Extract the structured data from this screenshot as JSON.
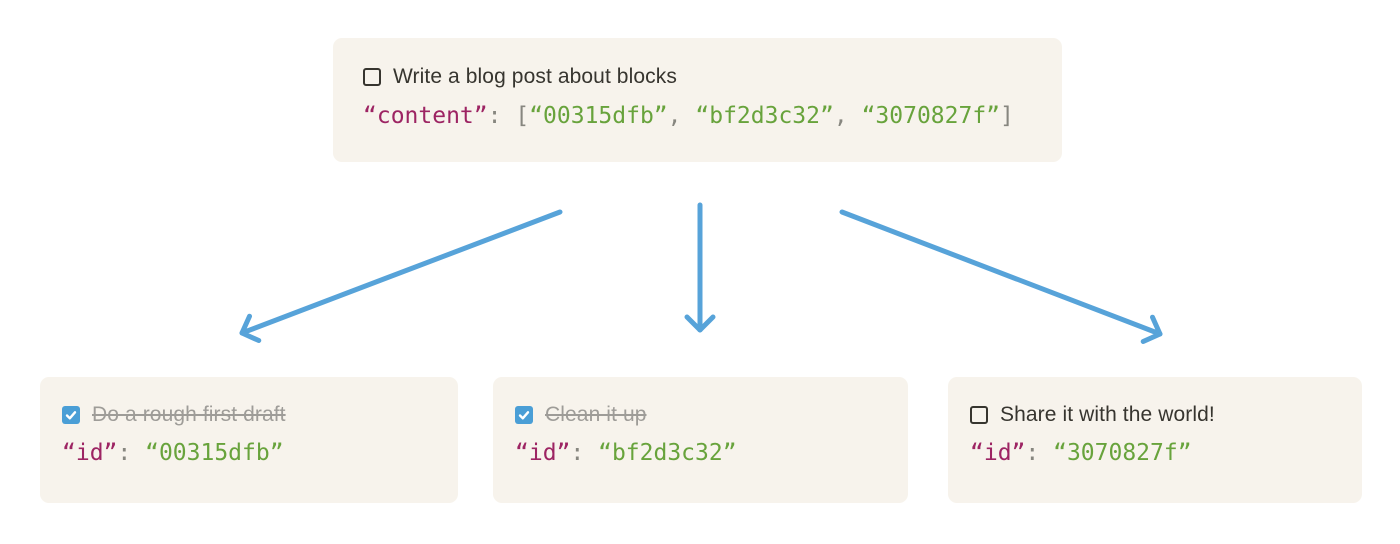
{
  "diagram": {
    "parent": {
      "todo": {
        "label": "Write a blog post about blocks",
        "checked": false
      },
      "code": {
        "key": "“content”",
        "colon": ": ",
        "bracket_open": "[",
        "item_1": "“00315dfb”",
        "sep_1": ", ",
        "item_2": "“bf2d3c32”",
        "sep_2": ", ",
        "item_3": "“3070827f”",
        "bracket_close": "]"
      }
    },
    "children": [
      {
        "todo": {
          "label": "Do a rough first draft",
          "checked": true
        },
        "code": {
          "key": "“id”",
          "colon": ": ",
          "value": "“00315dfb”"
        }
      },
      {
        "todo": {
          "label": "Clean it up",
          "checked": true
        },
        "code": {
          "key": "“id”",
          "colon": ": ",
          "value": "“bf2d3c32”"
        }
      },
      {
        "todo": {
          "label": "Share it with the world!",
          "checked": false
        },
        "code": {
          "key": "“id”",
          "colon": ": ",
          "value": "“3070827f”"
        }
      }
    ],
    "colors": {
      "page_bg": "#ffffff",
      "box_bg": "#f7f3ec",
      "text_dark": "#37352f",
      "text_muted": "#9e9c98",
      "code_punct": "#87867f",
      "code_key": "#9d2463",
      "code_string": "#68a33c",
      "checkbox_checked_bg": "#4a9ed6",
      "checkbox_border": "#37352f",
      "arrow": "#57a3d9"
    }
  }
}
